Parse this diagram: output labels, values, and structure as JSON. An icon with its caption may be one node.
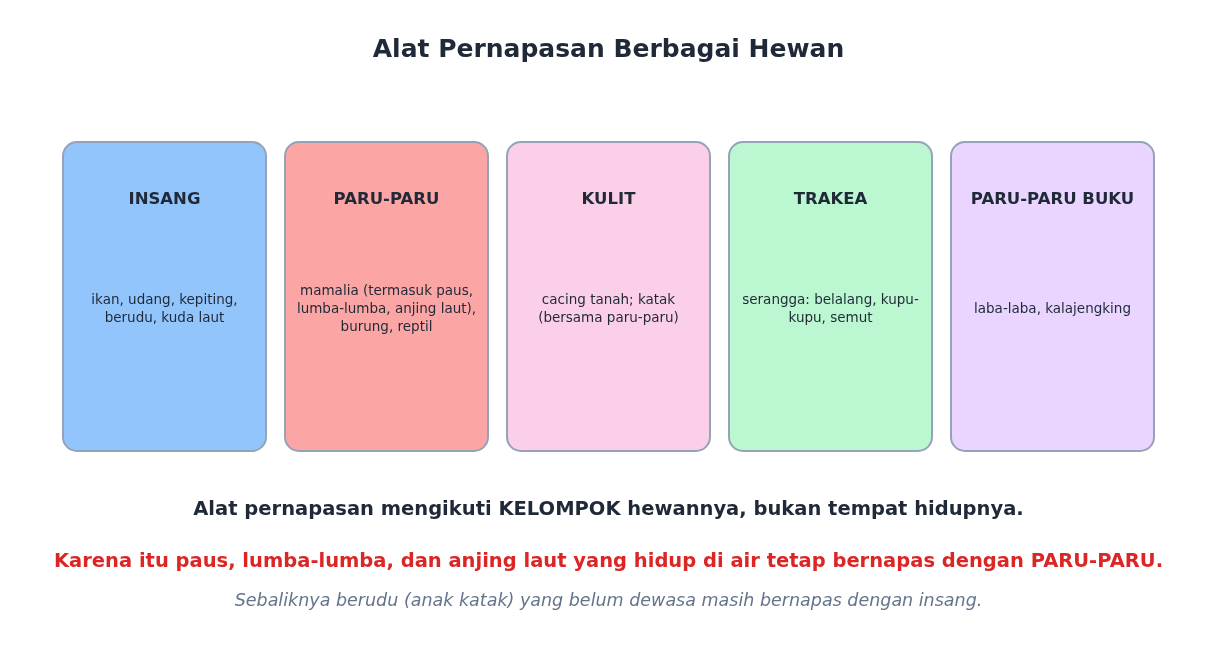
{
  "diagram": {
    "title": "Alat Pernapasan Berbagai Hewan",
    "nodes": [
      {
        "text": [
          "INSANG",
          "ikan, udang, kepiting, berudu, kuda laut"
        ]
      },
      {
        "text": [
          "PARU-PARU",
          "mamalia (termasuk paus, lumba-lumba, anjing laut), burung, reptil"
        ]
      },
      {
        "text": [
          "KULIT",
          "cacing tanah; katak (bersama paru-paru)"
        ]
      },
      {
        "text": [
          "TRAKEA",
          "serangga: belalang, kupu-kupu, semut"
        ]
      },
      {
        "text": [
          "PARU-PARU BUKU",
          "laba-laba, kalajengking"
        ]
      }
    ],
    "edges": [],
    "labels": [
      "Alat pernapasan mengikuti KELOMPOK hewannya, bukan tempat hidupnya.",
      "Karena itu paus, lumba-lumba, dan anjing laut yang hidup di air tetap bernapas dengan PARU-PARU.",
      "Sebaliknya berudu (anak katak) yang belum dewasa masih bernapas dengan insang."
    ]
  }
}
